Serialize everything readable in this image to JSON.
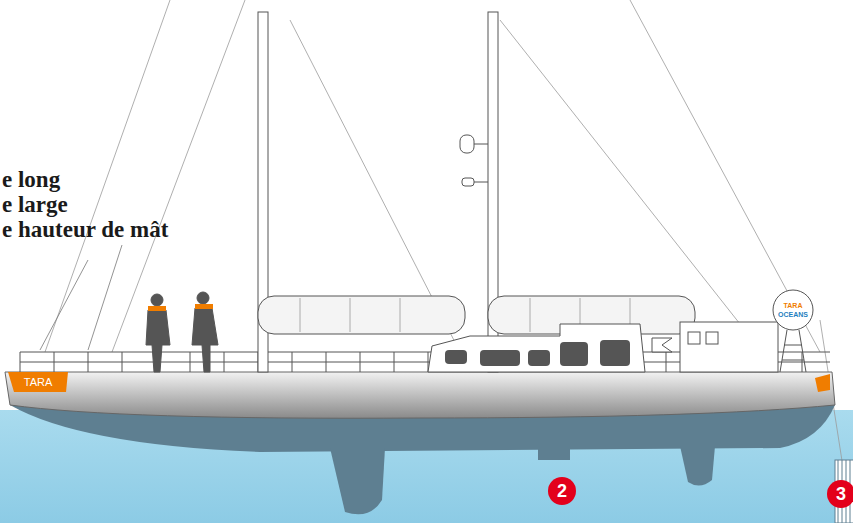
{
  "diagram": {
    "labels": [
      "e long",
      "e large",
      "e hauteur de mât",
      "TARA",
      "TARA",
      "OCEANS",
      "2",
      "3"
    ]
  }
}
